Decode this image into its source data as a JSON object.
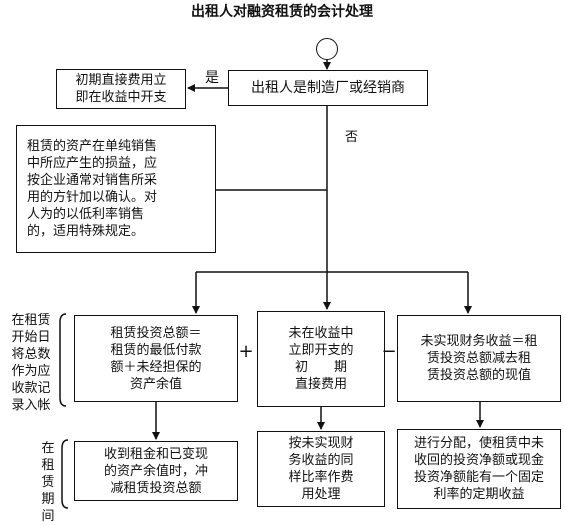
{
  "title": "出租人对融资租赁的会计处理",
  "decision": "出租人是制造厂或经销商",
  "yes_label": "是",
  "no_label": "否",
  "initial_cost": [
    "初期直接费用立",
    "即在收益中开支"
  ],
  "note": [
    "租赁的资产在单纯销售",
    "中所应产生的损益，应",
    "按企业通常对销售所采",
    "用的方针加以确认。对",
    "人为的以低利率销售",
    "的，适用特殊规定。"
  ],
  "row_labels": {
    "start": [
      "在租赁",
      "开始日",
      "将总数",
      "作为应",
      "收款记",
      "录入帐"
    ],
    "period": [
      "在",
      "租",
      "赁",
      "期",
      "间"
    ]
  },
  "operators": {
    "plus": "+",
    "minus": "−"
  },
  "start_boxes": {
    "investment": [
      "租赁投资总额＝",
      "租赁的最低付款",
      "额＋未经担保的",
      "资产余值"
    ],
    "direct_cost": [
      "未在收益中",
      "立即开支的",
      "初　　期",
      "直接费用"
    ],
    "unrealized": [
      "未实现财务收益＝租",
      "赁投资总额减去租",
      "赁投资总额的现值"
    ]
  },
  "period_boxes": {
    "reduce": [
      "收到租金和已变现",
      "的资产余值时，冲",
      "减租赁投资总额"
    ],
    "allocate": [
      "按未实现财",
      "务收益的同",
      "样比率作费",
      "用处理"
    ],
    "distribute": [
      "进行分配，使租赁中未",
      "收回的投资净额或现金",
      "投资净额能有一个固定",
      "利率的定期收益"
    ]
  }
}
